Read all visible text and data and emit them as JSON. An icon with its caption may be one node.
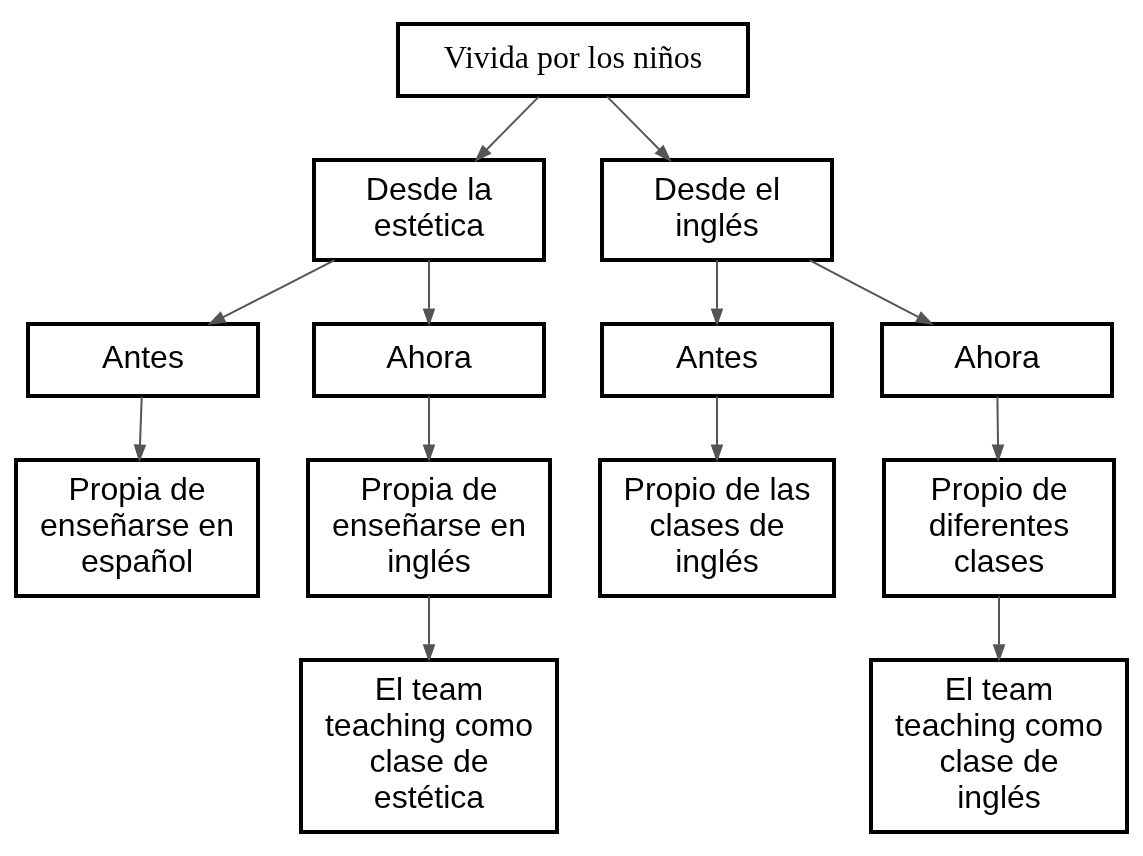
{
  "diagram": {
    "nodes": [
      {
        "text": [
          "Vivida por los niños"
        ]
      },
      {
        "text": [
          "Desde la estética"
        ]
      },
      {
        "text": [
          "Desde el inglés"
        ]
      },
      {
        "text": [
          "Antes"
        ]
      },
      {
        "text": [
          "Ahora"
        ]
      },
      {
        "text": [
          "Antes"
        ]
      },
      {
        "text": [
          "Ahora"
        ]
      },
      {
        "text": [
          "Propia de enseñarse en español"
        ]
      },
      {
        "text": [
          "Propia de enseñarse en inglés"
        ]
      },
      {
        "text": [
          "Propio de las clases de inglés"
        ]
      },
      {
        "text": [
          "Propio de diferentes clases"
        ]
      },
      {
        "text": [
          "El team teaching como clase de estética"
        ]
      },
      {
        "text": [
          "El team teaching como clase de inglés"
        ]
      }
    ],
    "edges": [
      {
        "from": 0,
        "to": 1,
        "arrow": "to"
      },
      {
        "from": 0,
        "to": 2,
        "arrow": "to"
      },
      {
        "from": 1,
        "to": 3,
        "arrow": "to"
      },
      {
        "from": 1,
        "to": 4,
        "arrow": "to"
      },
      {
        "from": 2,
        "to": 5,
        "arrow": "to"
      },
      {
        "from": 2,
        "to": 6,
        "arrow": "to"
      },
      {
        "from": 3,
        "to": 7,
        "arrow": "to"
      },
      {
        "from": 4,
        "to": 8,
        "arrow": "to"
      },
      {
        "from": 5,
        "to": 9,
        "arrow": "to"
      },
      {
        "from": 6,
        "to": 10,
        "arrow": "to"
      },
      {
        "from": 8,
        "to": 11,
        "arrow": "to"
      },
      {
        "from": 10,
        "to": 12,
        "arrow": "to"
      }
    ]
  }
}
